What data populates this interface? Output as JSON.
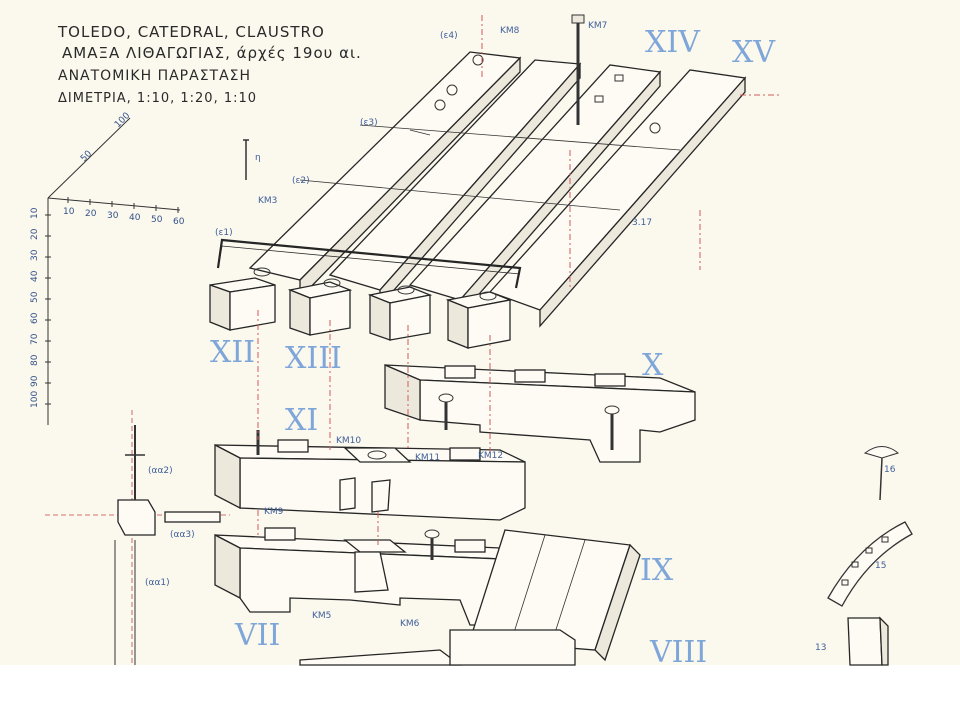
{
  "title": {
    "line1": "TOLEDO, CATEDRAL, CLAUSTRO",
    "line2": "ΑΜΑΞΑ ΛΙΘΑΓΩΓΙΑΣ, άρχές 19ου αι.",
    "line3": "ΑΝΑΤΟΜΙΚΗ ΠΑΡΑΣΤΑΣΗ",
    "line4": "ΔΙΜΕΤΡΙΑ, 1:10, 1:20, 1:10"
  },
  "roman_labels": {
    "vii": "VII",
    "viii": "VIII",
    "ix": "IX",
    "x": "X",
    "xi": "XI",
    "xii": "XII",
    "xiii": "XIII",
    "xiv": "XIV",
    "xv": "XV"
  },
  "part_labels": {
    "e1": "(ε1)",
    "e2": "(ε2)",
    "e3": "(ε3)",
    "e4": "(ε4)",
    "aa1": "(αα1)",
    "aa2": "(αα2)",
    "aa3": "(αα3)",
    "km3": "KM3",
    "km5": "KM5",
    "km6": "KM6",
    "km7": "KM7",
    "km8": "KM8",
    "km9": "KM9",
    "km10": "KM10",
    "km11": "KM11",
    "km12": "KM12",
    "n": "η",
    "n16": "16",
    "n15": "15",
    "n13": "13",
    "n317": "3.17"
  },
  "scale": {
    "horizontal": [
      "10",
      "20",
      "30",
      "40",
      "50",
      "60"
    ],
    "vertical": [
      "10",
      "20",
      "30",
      "40",
      "50",
      "60",
      "70",
      "80",
      "90",
      "100"
    ],
    "diagonal": [
      "50",
      "100"
    ]
  }
}
